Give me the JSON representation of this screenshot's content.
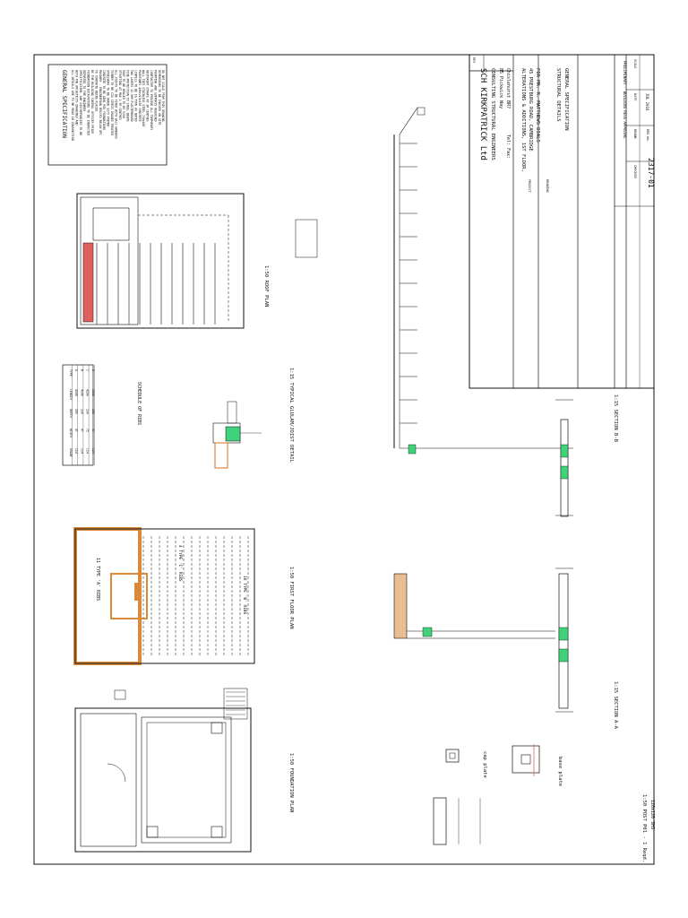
{
  "title_block": {
    "firm_name": "SCH KIRKPATRICK Ltd",
    "firm_role": "CONSULTING STRUCTURAL ENGINEERS",
    "firm_address_1": "85 Pickwick Way",
    "firm_address_2": "Chislehurst BR7",
    "firm_tel": "Tel: Fax:",
    "project_label": "PROJECT",
    "project_line_1": "ALTERATIONS & ADDITIONS, 1ST FLOOR,",
    "project_line_2": "45 PRESTBURG ROAD, CAMBRIDGE",
    "project_line_3": "FOR MR. R. MATTHEWS DIALS",
    "drawing_label": "DRAWING",
    "drawing_line_1": "STRUCTURAL DETAILS",
    "drawing_line_2": "GENERAL SPECIFICATION",
    "status_line": "PRELIMINARY - BUILDING REGS APPROVAL",
    "drawing_no_label": "DRG No.",
    "drawing_no": "2317-01",
    "rev_label": "REV",
    "scale_label": "SCALE",
    "date_label": "DATE",
    "date_value": "JUL 2004",
    "drawn_label": "DRAWN",
    "checked_label": "CHECKED"
  },
  "general_spec": {
    "heading": "GENERAL SPECIFICATION",
    "lines": [
      "ALL DETAILS ARE TO BE READ IN CONJUNCTION",
      "WITH THE ARCHITECTS DRAWINGS AND",
      "SPECIFICATION. ANY DISCREPANCIES TO BE",
      "REPORTED TO THE ENGINEER.",
      "FOUNDATION EXCAVATIONS TO BE INSPECTED",
      "BY THE BUILDING CONTROL OFFICER PRIOR",
      "TO CONCRETE BEING PLACED.",
      "MASONRY - ENGINEERING BRICKS BELOW DPC",
      "CONCRETE TO BE GEN1 MIX FOUNDATIONS",
      "STEELWORK TO BE GRADE S275 PRIMED",
      "TIMBER TO BE C24 STRESS GRADED TREATED",
      "ALL JOISTS TO BE FIXED WITH GALV HANGERS",
      "STRUTTING AT MAX 2.5M CENTRES",
      "ROOF TO BE BRACED TO BS 5268",
      "FIRE PROTECTION TO STEEL BEAMS",
      "TWO LAYERS 12.5MM PLASTERBOARD",
      "LINTELS TO BE IG TYPE AS NOTED",
      "PADSTONES 440x215x150 CONCRETE",
      "WALL TIES STAINLESS STEEL 750x450",
      "RESTRAINT STRAPS AT 2M CENTRES",
      "CONTRACTOR TO PROVIDE ALL TEMPORARY",
      "PROPPING AND SUPPORTS REQUIRED",
      "DIMENSIONS TO BE CHECKED ON SITE",
      "DO NOT SCALE FROM THIS DRAWING"
    ]
  },
  "views": {
    "foundation_plan": "1:50 FOUNDATION PLAN",
    "first_floor_plan": "1:50 FIRST FLOOR PLAN",
    "roof_plan": "1:50 ROOF PLAN",
    "joist_detail": "1:15 TYPICAL GLULAM/JOIST DETAIL",
    "section_aa": "1:15 SECTION A-A",
    "section_bb": "1:15 SECTION B-B",
    "post_detail": "1:50 POST P01 - 1 Reqd.",
    "post_detail_sub": "120x120 SHS",
    "cap_plate": "cap plate",
    "base_plate": "base plate",
    "schedule_heading": "SCHEDULE OF RIBS",
    "joist_note_1": "11 TYPE 'A' RIBS",
    "joist_note_2": "10 TYPE 'B' RIBS",
    "joist_note_3": "4 TYPE 'C' RIBS"
  },
  "schedule_table": {
    "headers": [
      "TYPE",
      "LENGTH",
      "DEPTH",
      "WIDTH",
      "GRADE"
    ],
    "rows": [
      [
        "A",
        "4100",
        "195",
        "47",
        "C24"
      ],
      [
        "B",
        "4100",
        "220",
        "47",
        "C24"
      ],
      [
        "C",
        "4100",
        "220",
        "75",
        "C24"
      ],
      [
        "D",
        "3600",
        "195",
        "47",
        "C24"
      ]
    ]
  },
  "colors": {
    "line": "#111111",
    "steel_green": "#3fd27a",
    "timber_orange": "#d9893a",
    "highlight_red": "#e06060"
  }
}
